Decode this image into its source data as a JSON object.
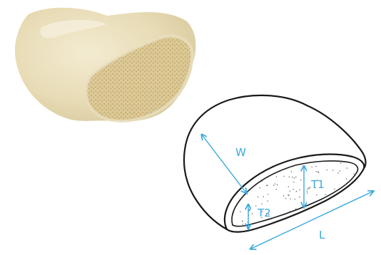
{
  "photo": {
    "subject": "bone-block-photo"
  },
  "diagram": {
    "labels": {
      "width": "W",
      "length": "L",
      "thickness_1": "T1",
      "thickness_2": "T2"
    },
    "colors": {
      "outline": "#1a1a1a",
      "dimension": "#3aa8dc",
      "bone_light": "#efe6c9",
      "bone_dark": "#d9caa0",
      "dots": "#5a5a5a"
    }
  }
}
